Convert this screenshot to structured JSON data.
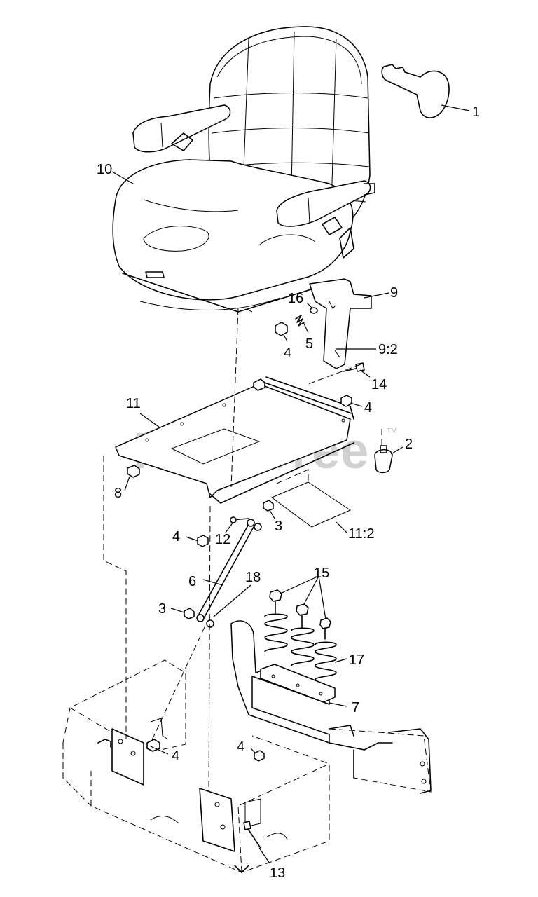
{
  "watermark": "PartsTree",
  "trademark": "TM",
  "callouts": [
    {
      "id": "c1",
      "label": "1"
    },
    {
      "id": "c10",
      "label": "10"
    },
    {
      "id": "c16",
      "label": "16"
    },
    {
      "id": "c9",
      "label": "9"
    },
    {
      "id": "c5",
      "label": "5"
    },
    {
      "id": "c4a",
      "label": "4"
    },
    {
      "id": "c92",
      "label": "9:2"
    },
    {
      "id": "c14",
      "label": "14"
    },
    {
      "id": "c11",
      "label": "11"
    },
    {
      "id": "c4b",
      "label": "4"
    },
    {
      "id": "c2",
      "label": "2"
    },
    {
      "id": "c8",
      "label": "8"
    },
    {
      "id": "c3a",
      "label": "3"
    },
    {
      "id": "c4c",
      "label": "4"
    },
    {
      "id": "c12",
      "label": "12"
    },
    {
      "id": "c112",
      "label": "11:2"
    },
    {
      "id": "c15",
      "label": "15"
    },
    {
      "id": "c6",
      "label": "6"
    },
    {
      "id": "c18",
      "label": "18"
    },
    {
      "id": "c3b",
      "label": "3"
    },
    {
      "id": "c17",
      "label": "17"
    },
    {
      "id": "c7",
      "label": "7"
    },
    {
      "id": "c4d",
      "label": "4"
    },
    {
      "id": "c4e",
      "label": "4"
    },
    {
      "id": "c13",
      "label": "13"
    }
  ]
}
